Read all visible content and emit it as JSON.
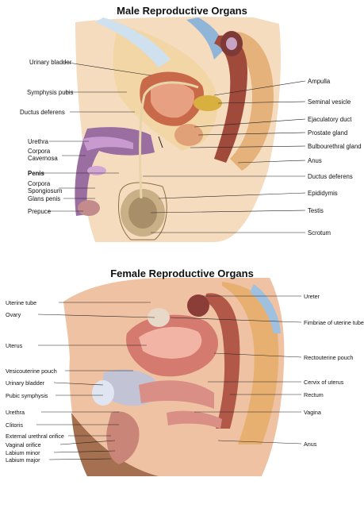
{
  "male": {
    "title": "Male Reproductive Organs",
    "labels_left": [
      {
        "text": "Urinary bladder"
      },
      {
        "text": "Symphysis pubis"
      },
      {
        "text": "Ductus deferens"
      },
      {
        "text": "Urethra"
      },
      {
        "text": "Corpora"
      },
      {
        "text": "Cavernosa"
      },
      {
        "text": "Penis"
      },
      {
        "text": "Corpora"
      },
      {
        "text": "Spongiosum"
      },
      {
        "text": "Glans penis"
      },
      {
        "text": "Prepuce"
      }
    ],
    "labels_right": [
      {
        "text": "Ampulla"
      },
      {
        "text": "Seminal vesicle"
      },
      {
        "text": "Ejaculatory duct"
      },
      {
        "text": "Prostate gland"
      },
      {
        "text": "Bulbourethral gland"
      },
      {
        "text": "Anus"
      },
      {
        "text": "Ductus deferens"
      },
      {
        "text": "Epididymis"
      },
      {
        "text": "Testis"
      },
      {
        "text": "Scrotum"
      }
    ]
  },
  "female": {
    "title": "Female Reproductive Organs",
    "labels_left": [
      {
        "text": "Uterine tube"
      },
      {
        "text": "Ovary"
      },
      {
        "text": "Uterus"
      },
      {
        "text": "Vesicouterine pouch"
      },
      {
        "text": "Urinary bladder"
      },
      {
        "text": "Pubic symphysis"
      },
      {
        "text": "Urethra"
      },
      {
        "text": "Clitoris"
      },
      {
        "text": "External urethral orifice"
      },
      {
        "text": "Vaginal orifice"
      },
      {
        "text": "Labium minor"
      },
      {
        "text": "Labium major"
      }
    ],
    "labels_right": [
      {
        "text": "Ureter"
      },
      {
        "text": "Fimbriae of uterine tube"
      },
      {
        "text": "Rectouterine pouch"
      },
      {
        "text": "Cervix of uterus"
      },
      {
        "text": "Rectum"
      },
      {
        "text": "Vagina"
      },
      {
        "text": "Anus"
      }
    ]
  }
}
